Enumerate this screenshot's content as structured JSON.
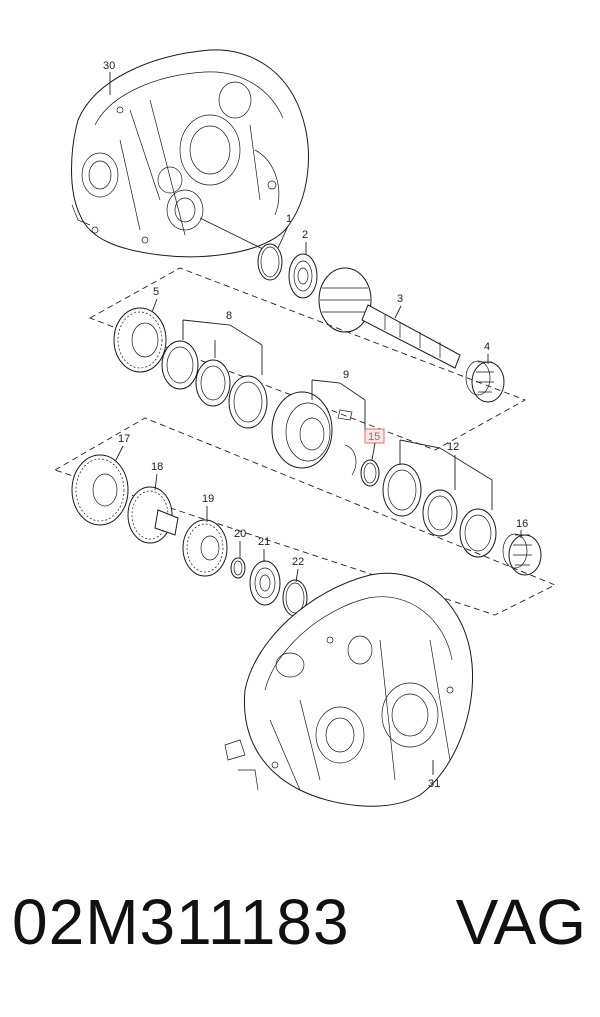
{
  "diagram": {
    "labels": {
      "l1": "1",
      "l2": "2",
      "l3": "3",
      "l4": "4",
      "l5": "5",
      "l8": "8",
      "l9": "9",
      "l12": "12",
      "l15": "15",
      "l16": "16",
      "l17": "17",
      "l18": "18",
      "l19": "19",
      "l20": "20",
      "l21": "21",
      "l22": "22",
      "l30": "30",
      "l31": "31"
    },
    "highlight_color": "#d9534f",
    "highlighted_label": "15"
  },
  "footer": {
    "part_number": "02M311183",
    "brand": "VAG"
  }
}
